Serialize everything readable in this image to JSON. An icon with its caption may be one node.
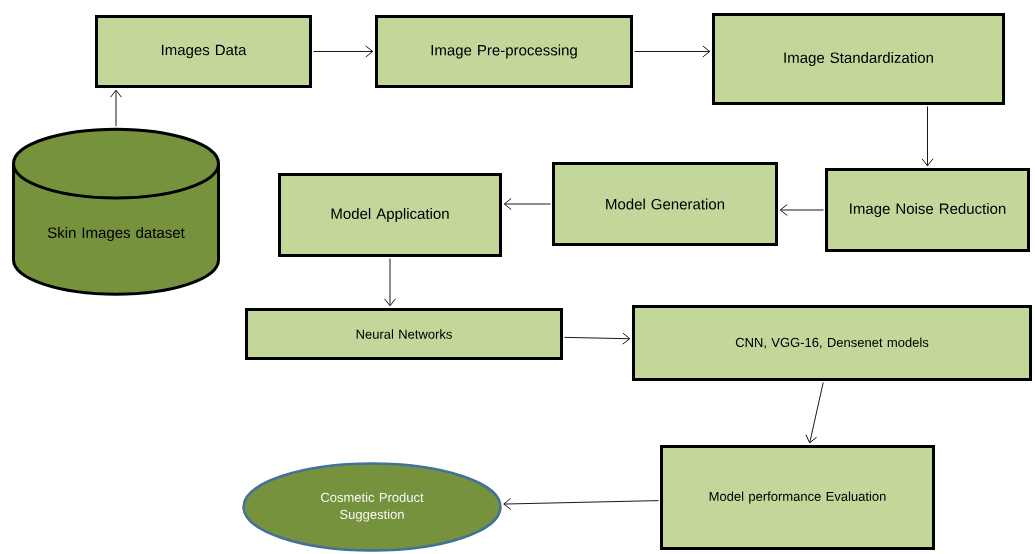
{
  "diagram": {
    "nodes": [
      {
        "text": [
          "Skin Images dataset"
        ]
      },
      {
        "text": [
          "Images  Data"
        ]
      },
      {
        "text": [
          "Image Pre-processing"
        ]
      },
      {
        "text": [
          "Image Standardization"
        ]
      },
      {
        "text": [
          "Image Noise Reduction"
        ]
      },
      {
        "text": [
          "Model Generation"
        ]
      },
      {
        "text": [
          "Model Application"
        ]
      },
      {
        "text": [
          "Neural Networks"
        ]
      },
      {
        "text": [
          "CNN, VGG-16, Densenet models"
        ]
      },
      {
        "text": [
          "Model performance Evaluation"
        ]
      },
      {
        "text": [
          "Cosmetic Product Suggestion"
        ]
      }
    ],
    "edges": [
      {
        "from": 0,
        "to": 1,
        "arrow": "to"
      },
      {
        "from": 1,
        "to": 2,
        "arrow": "to"
      },
      {
        "from": 2,
        "to": 3,
        "arrow": "to"
      },
      {
        "from": 3,
        "to": 4,
        "arrow": "to"
      },
      {
        "from": 4,
        "to": 5,
        "arrow": "to"
      },
      {
        "from": 5,
        "to": 6,
        "arrow": "to"
      },
      {
        "from": 6,
        "to": 7,
        "arrow": "to"
      },
      {
        "from": 7,
        "to": 8,
        "arrow": "to"
      },
      {
        "from": 8,
        "to": 9,
        "arrow": "to"
      },
      {
        "from": 9,
        "to": 10,
        "arrow": "to"
      }
    ]
  }
}
